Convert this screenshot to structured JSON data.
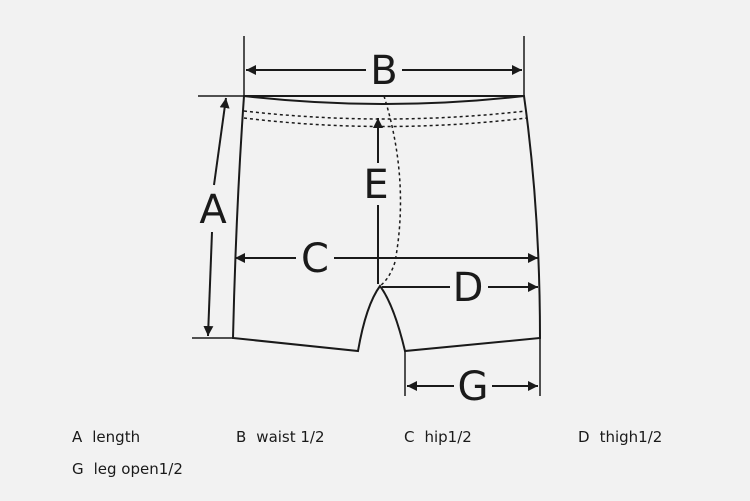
{
  "diagram": {
    "labels": {
      "a": "A",
      "b": "B",
      "c": "C",
      "d": "D",
      "e": "E",
      "g": "G"
    }
  },
  "legend": [
    {
      "letter": "A",
      "text": "length"
    },
    {
      "letter": "B",
      "text": "waist 1/2"
    },
    {
      "letter": "C",
      "text": "hip1/2"
    },
    {
      "letter": "D",
      "text": "thigh1/2"
    },
    {
      "letter": "G",
      "text": "leg open1/2"
    }
  ],
  "colors": {
    "background": "#f2f2f2",
    "ink": "#1a1a1a"
  }
}
